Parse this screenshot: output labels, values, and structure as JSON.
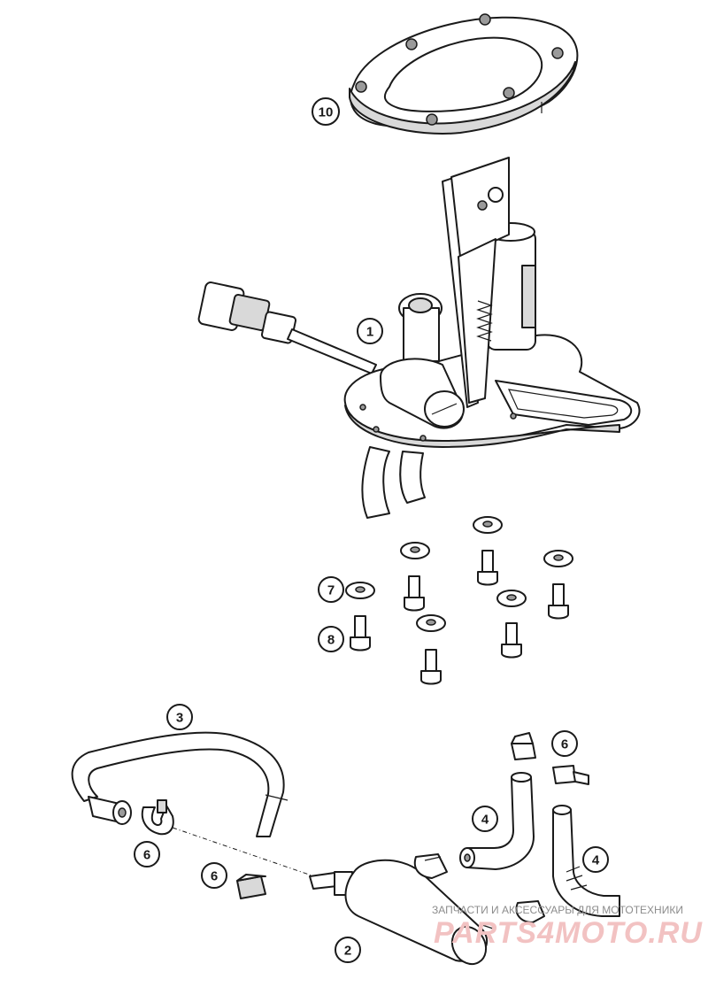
{
  "callouts": {
    "c1": "1",
    "c2": "2",
    "c3": "3",
    "c4a": "4",
    "c4b": "4",
    "c6a": "6",
    "c6b": "6",
    "c6c": "6",
    "c7": "7",
    "c8": "8",
    "c10": "10"
  },
  "watermark": {
    "tagline": "ЗАПЧАСТИ И АКСЕССУАРЫ ДЛЯ МОТОТЕХНИКИ",
    "brand": "PARTS4MOTO.RU"
  }
}
